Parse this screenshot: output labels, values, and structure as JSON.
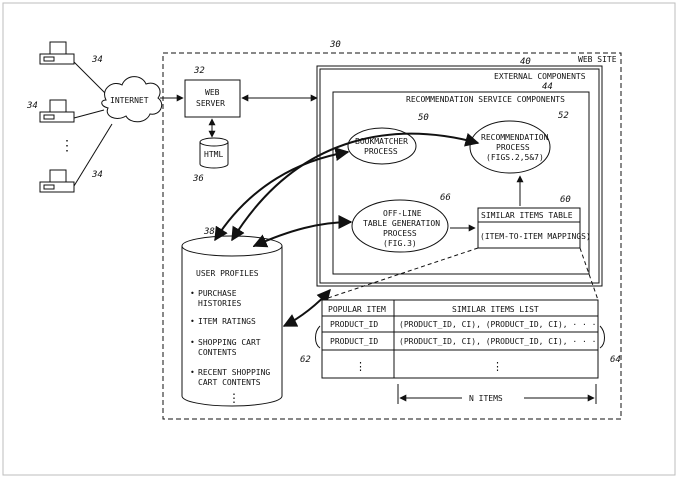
{
  "refs": {
    "client": "34",
    "client2": "34",
    "client3": "34",
    "system": "30",
    "web_server": "32",
    "html": "36",
    "external": "40",
    "recsvc": "44",
    "bookmatcher": "50",
    "recproc": "52",
    "offline": "66",
    "simtable": "60",
    "profiles": "38",
    "left_col": "62",
    "right_col": "64"
  },
  "labels": {
    "internet": "INTERNET",
    "web_site": "WEB SITE",
    "web_server_l1": "WEB",
    "web_server_l2": "SERVER",
    "html": "HTML",
    "external": "EXTERNAL COMPONENTS",
    "recsvc": "RECOMMENDATION SERVICE COMPONENTS",
    "bookmatcher_l1": "BOOKMATCHER",
    "bookmatcher_l2": "PROCESS",
    "recproc_l1": "RECOMMENDATION",
    "recproc_l2": "PROCESS",
    "recproc_l3": "(FIGS.2,5&7)",
    "offline_l1": "OFF-LINE",
    "offline_l2": "TABLE GENERATION",
    "offline_l3": "PROCESS",
    "offline_l4": "(FIG.3)",
    "simtable_title": "SIMILAR ITEMS TABLE",
    "simtable_sub": "(ITEM-TO-ITEM MAPPINGS)",
    "profiles_title": "USER PROFILES",
    "purchase_l1": "PURCHASE",
    "purchase_l2": "HISTORIES",
    "item_ratings": "ITEM RATINGS",
    "cart_l1": "SHOPPING CART",
    "cart_l2": "CONTENTS",
    "recent_l1": "RECENT SHOPPING",
    "recent_l2": "CART CONTENTS",
    "bullet": "•",
    "vdots": "⋮",
    "n_items": "N ITEMS"
  },
  "table": {
    "headers": [
      "POPULAR ITEM",
      "SIMILAR ITEMS LIST"
    ],
    "rows": [
      [
        "PRODUCT_ID",
        "(PRODUCT_ID, CI), (PRODUCT_ID, CI), · · ·"
      ],
      [
        "PRODUCT_ID",
        "(PRODUCT_ID, CI), (PRODUCT_ID, CI), · · ·"
      ]
    ],
    "ellipsis": "⋮"
  }
}
